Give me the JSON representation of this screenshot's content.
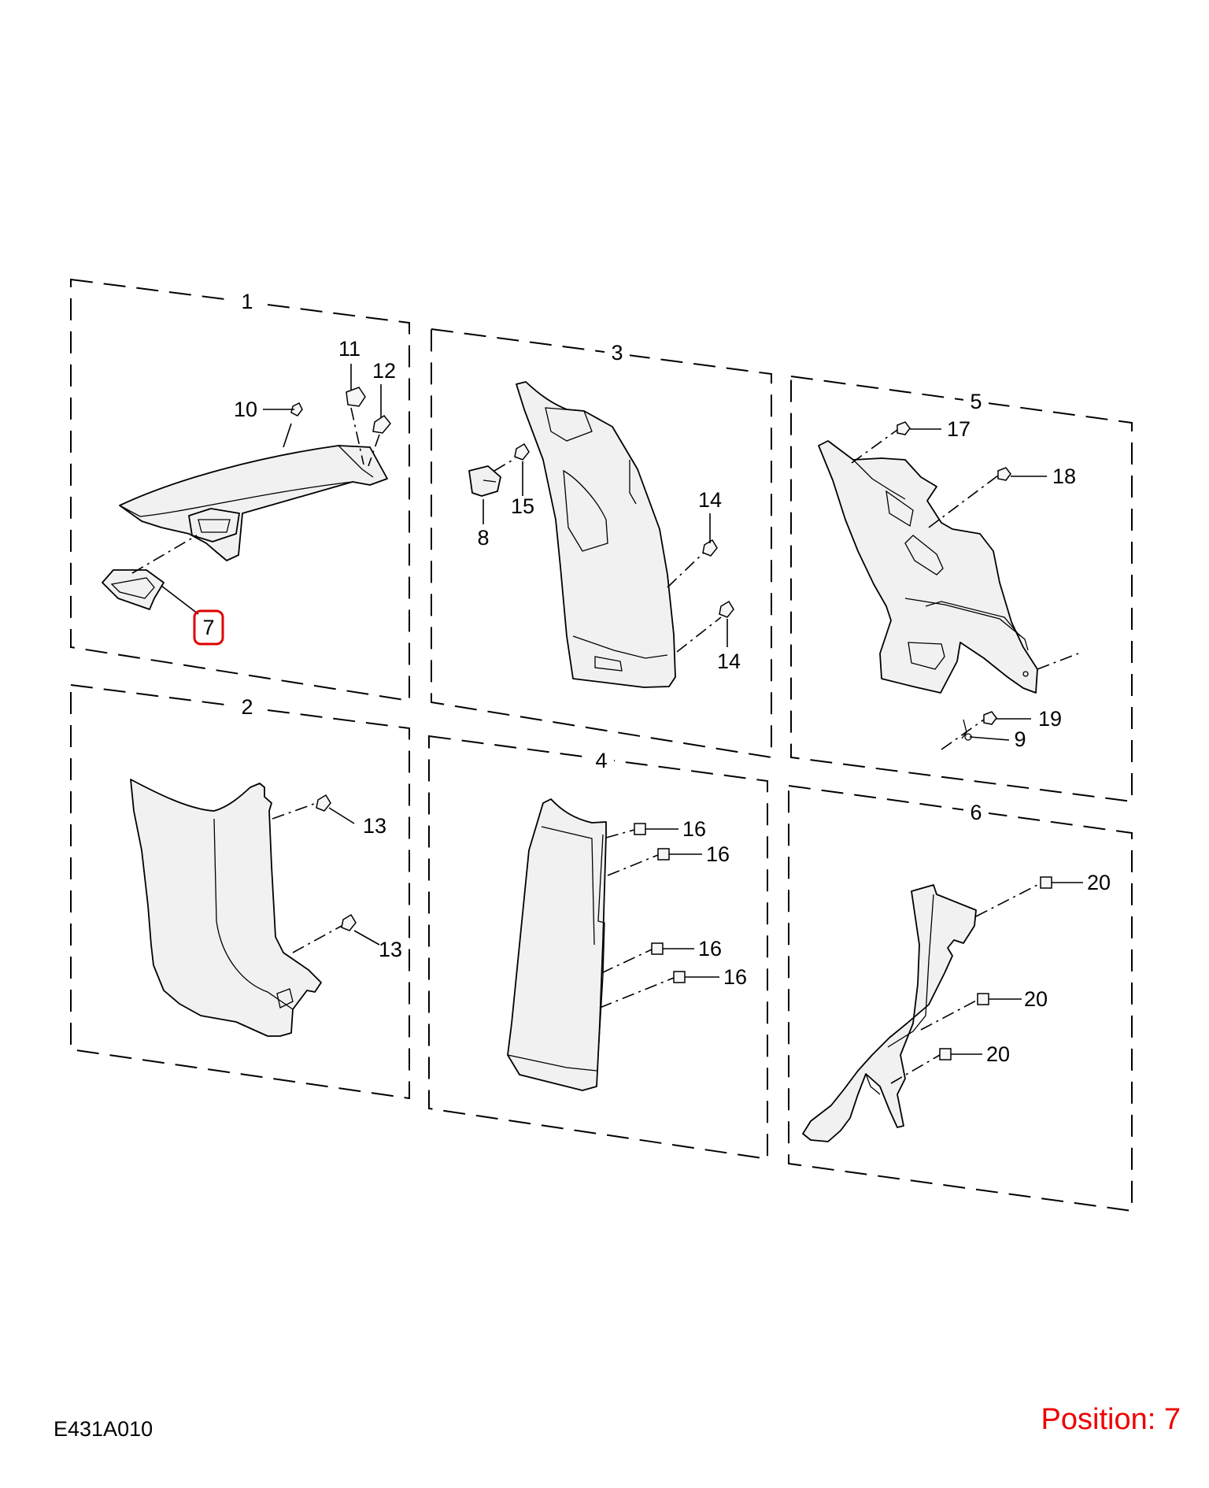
{
  "diagram": {
    "code": "E431A010",
    "position_text": "Position: 7",
    "highlight_color": "#e00000",
    "position_color": "#ee0000",
    "callouts": {
      "c1": "1",
      "c2": "2",
      "c3": "3",
      "c4": "4",
      "c5": "5",
      "c6": "6",
      "c7": "7",
      "c8": "8",
      "c9": "9",
      "c10": "10",
      "c11": "11",
      "c12": "12",
      "c13a": "13",
      "c13b": "13",
      "c14a": "14",
      "c14b": "14",
      "c15": "15",
      "c16a": "16",
      "c16b": "16",
      "c16c": "16",
      "c16d": "16",
      "c17": "17",
      "c18": "18",
      "c19": "19",
      "c20a": "20",
      "c20b": "20",
      "c20c": "20"
    }
  }
}
